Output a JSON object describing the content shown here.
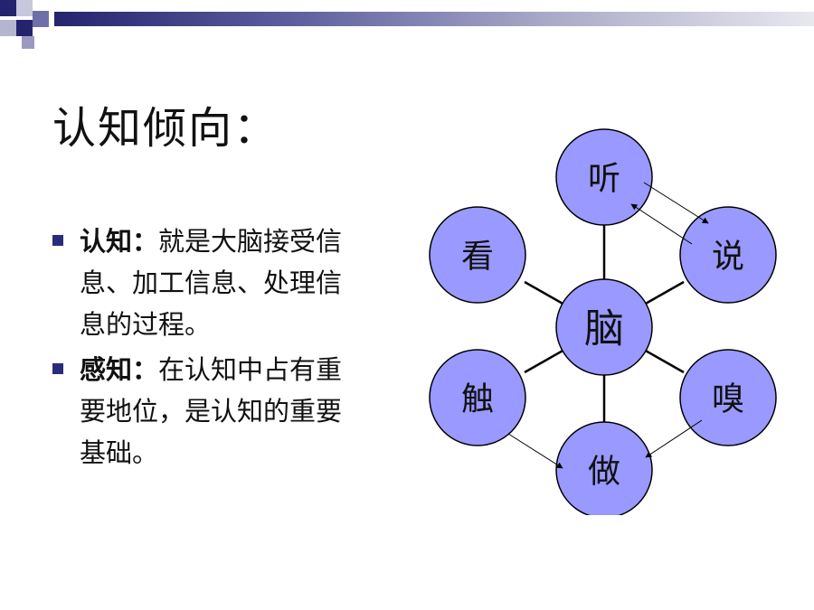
{
  "title": "认知倾向：",
  "bullets": [
    {
      "term": "认知",
      "separator": "：",
      "text": "就是大脑接受信息、加工信息、处理信息的过程。"
    },
    {
      "term": "感知",
      "separator": "：",
      "text": "在认知中占有重要地位，是认知的重要基础。"
    }
  ],
  "diagram": {
    "center": "脑",
    "nodes": {
      "listen": "听",
      "see": "看",
      "speak": "说",
      "touch": "触",
      "smell": "嗅",
      "do": "做"
    }
  },
  "colors": {
    "node_fill": "#9999ff",
    "header_dark": "#24246e",
    "bullet": "#2b2b7a"
  }
}
